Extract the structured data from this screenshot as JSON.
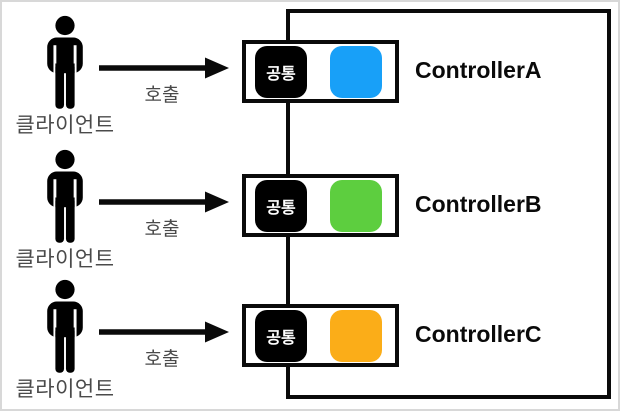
{
  "diagram": {
    "description_labels": {
      "server_boundary": "server-boundary-box"
    },
    "rows": [
      {
        "client_label": "클라이언트",
        "call_label": "호출",
        "common_badge": "공통",
        "controller_name": "ControllerA",
        "module_color": "#18A0F8"
      },
      {
        "client_label": "클라이언트",
        "call_label": "호출",
        "common_badge": "공통",
        "controller_name": "ControllerB",
        "module_color": "#5DCE3F"
      },
      {
        "client_label": "클라이언트",
        "call_label": "호출",
        "common_badge": "공통",
        "controller_name": "ControllerC",
        "module_color": "#FBAD18"
      }
    ],
    "icons": {
      "person": "person-icon",
      "arrow": "arrow-right-icon"
    },
    "colors": {
      "badge_bg": "#000000",
      "badge_text": "#ffffff",
      "label_gray": "#4a4a4a",
      "line_black": "#0a0a0a",
      "frame_gray": "#d8d8d8"
    }
  }
}
